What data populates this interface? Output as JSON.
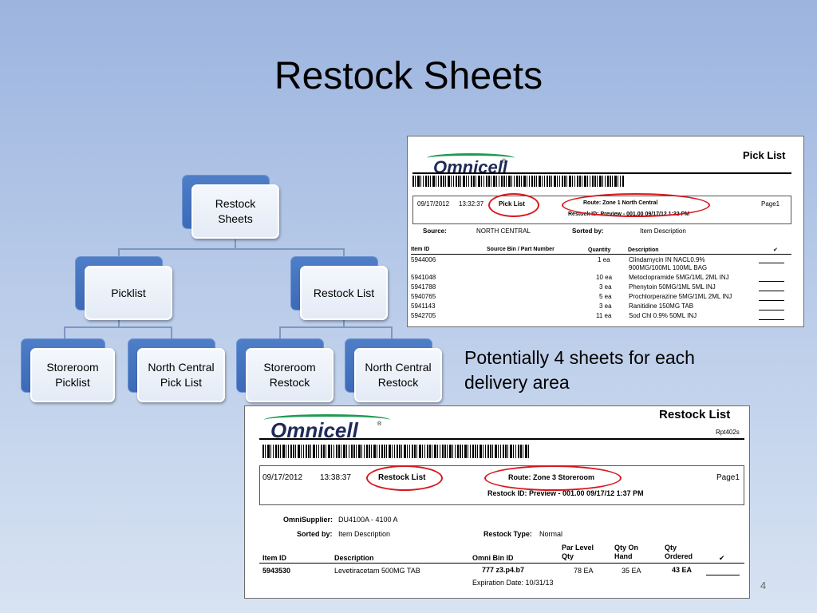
{
  "slide": {
    "title": "Restock Sheets",
    "caption": "Potentially 4 sheets for each delivery area",
    "page_number": "4"
  },
  "diagram": {
    "root": "Restock\nSheets",
    "level1": [
      "Picklist",
      "Restock List"
    ],
    "level2": [
      "Storeroom\nPicklist",
      "North Central\nPick List",
      "Storeroom\nRestock",
      "North Central\nRestock"
    ]
  },
  "pick_list": {
    "logo": "Omnicell",
    "logo_mark": "®",
    "title": "Pick List",
    "date": "09/17/2012",
    "time": "13:32:37",
    "report_type": "Pick List",
    "route": "Route:  Zone 1 North Central",
    "restock_id": "Restock ID:  Preview - 001.00  09/17/12  1:32 PM",
    "page": "Page1",
    "source_label": "Source:",
    "source_value": "NORTH CENTRAL",
    "sorted_label": "Sorted by:",
    "sorted_value": "Item Description",
    "headers": [
      "Item ID",
      "Source Bin / Part Number",
      "Quantity",
      "Description",
      "✔"
    ],
    "rows": [
      {
        "item_id": "5944006",
        "qty": "1  ea",
        "desc": "Clindamycin IN NACL0.9%\n900MG/100ML 100ML BAG"
      },
      {
        "item_id": "5941048",
        "qty": "10  ea",
        "desc": "Metoclopramide 5MG/1ML 2ML INJ"
      },
      {
        "item_id": "5941788",
        "qty": "3  ea",
        "desc": "Phenytoin 50MG/1ML 5ML INJ"
      },
      {
        "item_id": "5940765",
        "qty": "5  ea",
        "desc": "Prochlorperazine 5MG/1ML 2ML INJ"
      },
      {
        "item_id": "5941143",
        "qty": "3  ea",
        "desc": "Ranitidine 150MG TAB"
      },
      {
        "item_id": "5942705",
        "qty": "11  ea",
        "desc": "Sod Chl 0.9% 50ML INJ"
      }
    ]
  },
  "restock_list": {
    "logo": "Omnicell",
    "logo_mark": "®",
    "title": "Restock List",
    "report_code": "Rpt402s",
    "date": "09/17/2012",
    "time": "13:38:37",
    "report_type": "Restock List",
    "route": "Route:  Zone 3 Storeroom",
    "restock_id": "Restock ID:  Preview - 001.00  09/17/12  1:37 PM",
    "page": "Page1",
    "supplier_label": "OmniSupplier:",
    "supplier_value": "DU4100A - 4100 A",
    "sorted_label": "Sorted by:",
    "sorted_value": "Item Description",
    "type_label": "Restock Type:",
    "type_value": "Normal",
    "headers": {
      "item_id": "Item ID",
      "description": "Description",
      "omni_bin": "Omni Bin ID",
      "par_level": "Par Level\nQty",
      "qty_on_hand": "Qty On\nHand",
      "qty_ordered": "Qty\nOrdered",
      "check": "✔"
    },
    "row": {
      "item_id": "5943530",
      "description": "Levetiracetam 500MG TAB",
      "omni_bin": "777  z3.p4.b7",
      "par_level": "78  EA",
      "qty_on_hand": "35  EA",
      "qty_ordered": "43  EA",
      "expiration": "Expiration Date: 10/31/13"
    }
  }
}
